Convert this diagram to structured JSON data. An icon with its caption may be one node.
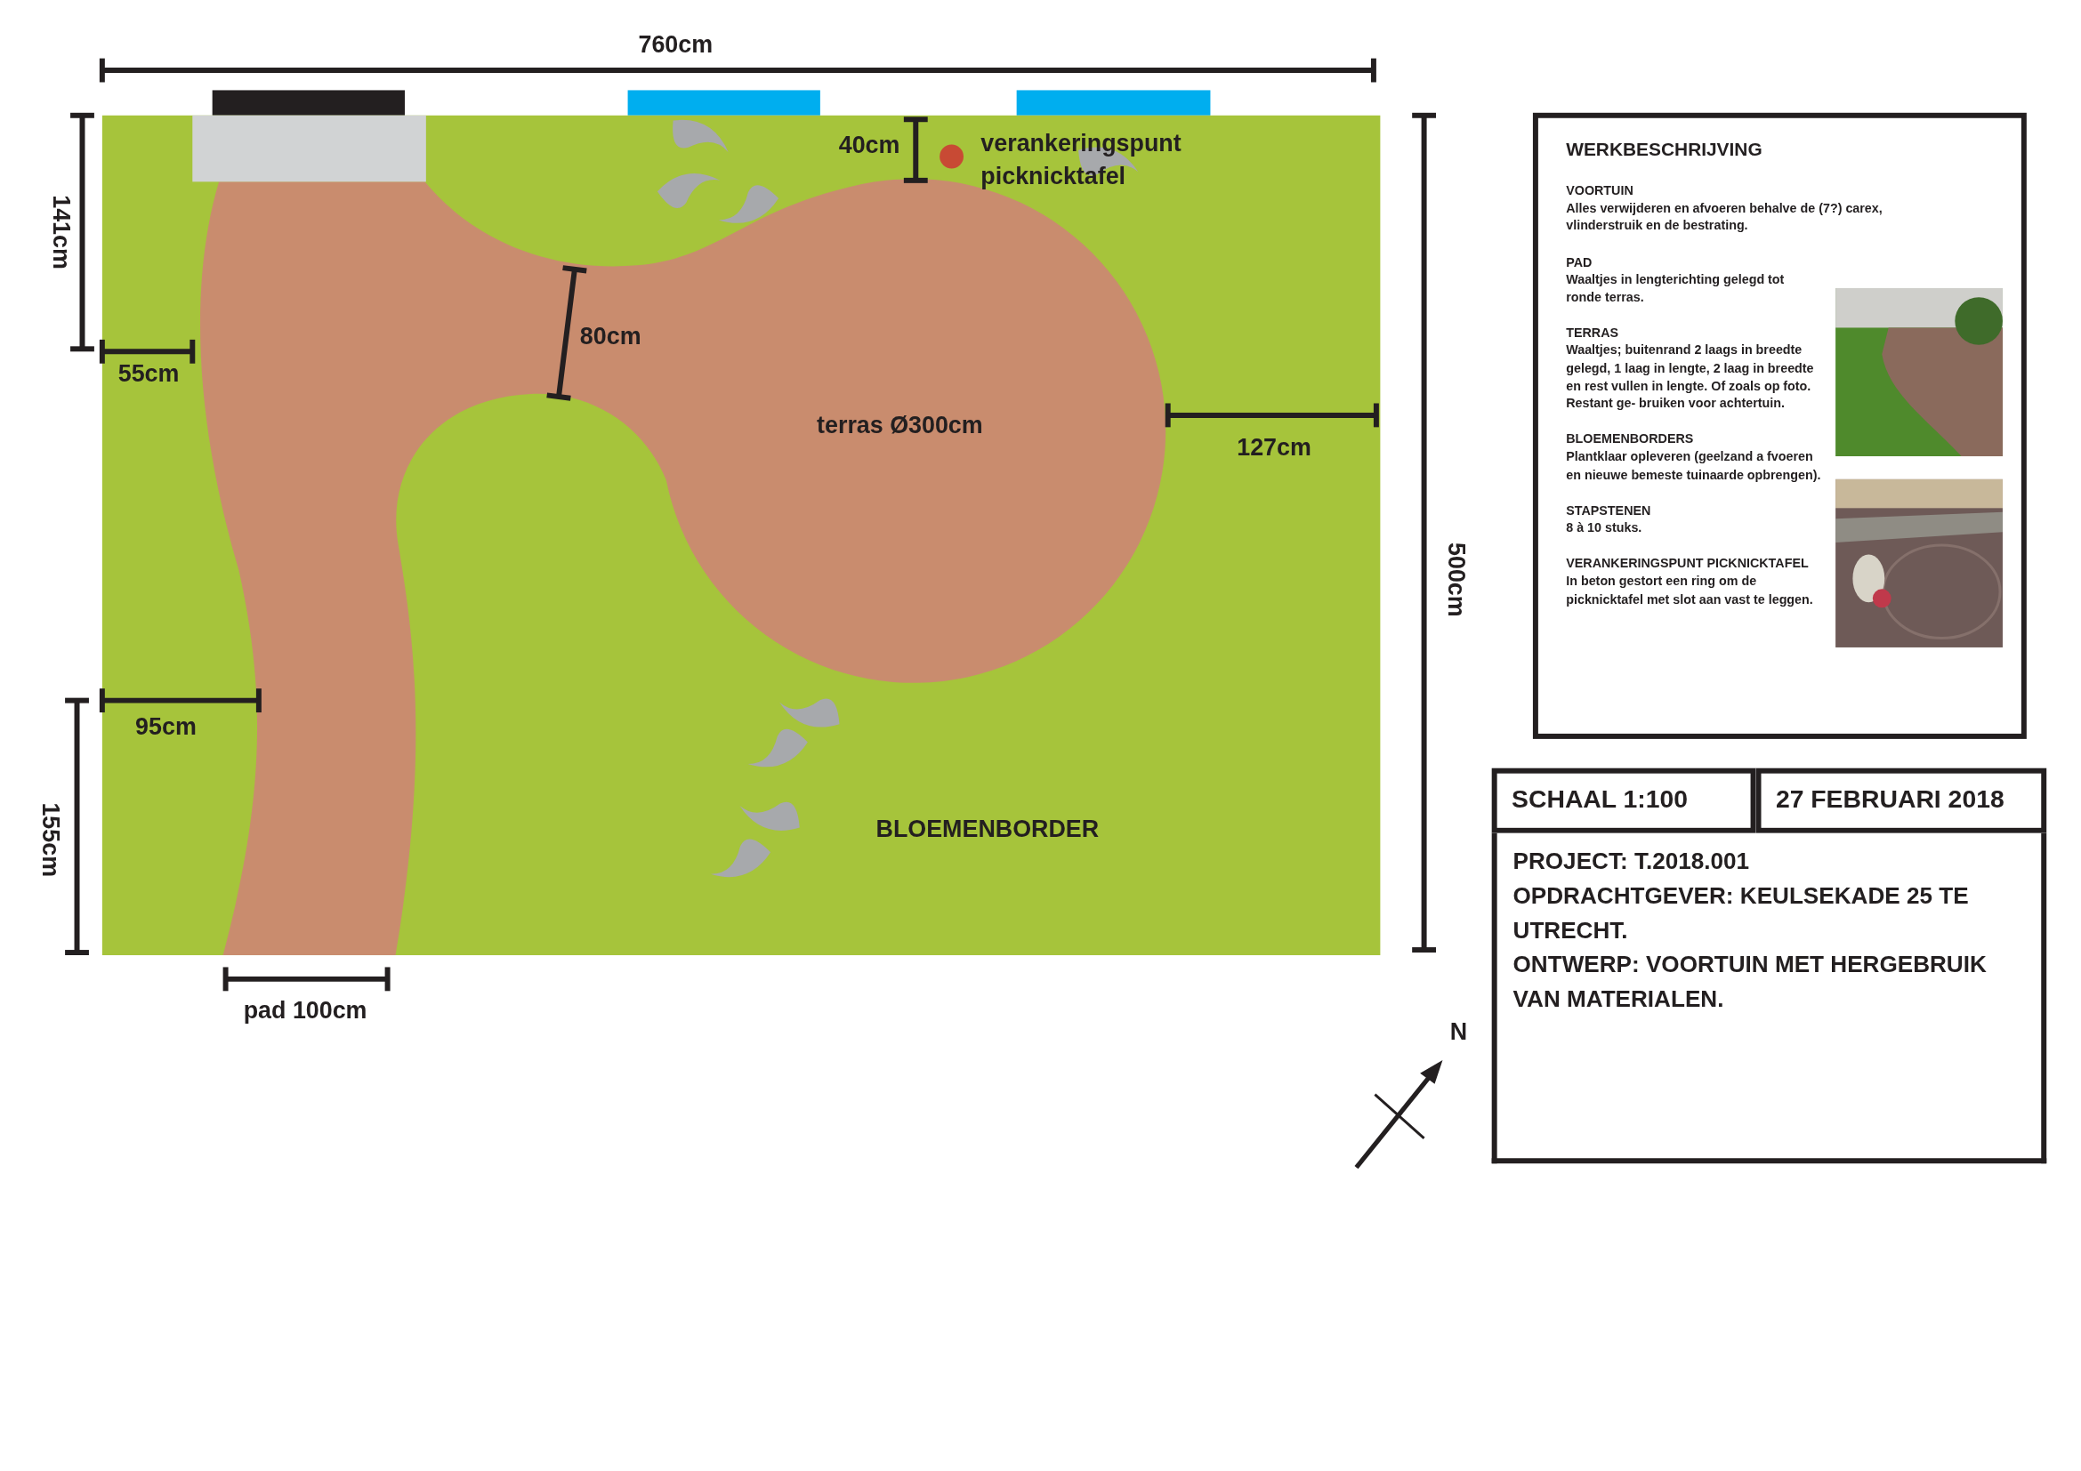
{
  "diagram": {
    "nodes": [
      {
        "text": [],
        "shape": "bar"
      },
      {
        "text": [],
        "shape": "bar"
      },
      {
        "text": [],
        "shape": "bar"
      },
      {
        "text": [
          "BLOEMENBORDER"
        ]
      },
      {
        "text": [],
        "shape": "box",
        "in": 3
      },
      {
        "text": [
          "terras Ø300cm"
        ],
        "in": 3
      },
      {
        "text": [],
        "shape": "circle",
        "in": 3
      },
      {
        "text": [
          "WERKBESCHRIJVING",
          "VOORTUIN",
          "Alles verwijderen en afvoeren behalve de (7?) carex, vlinderstruik en de bestrating.",
          "PAD",
          "Waaltjes in lengterichting gelegd tot ronde terras.",
          "TERRAS",
          "Waaltjes; buitenrand 2 laags in breedte gelegd, 1 laag in lengte, 2 laag in breedte en rest vullen in lengte. Of zoals op foto. Restant ge- bruiken voor achtertuin.",
          "BLOEMENBORDERS",
          "Plantklaar opleveren (geelzand a fvoeren en nieuwe bemeste tuinaarde opbrengen).",
          "STAPSTENEN",
          "8 à 10 stuks.",
          "VERANKERINGSPUNT PICKNICKTAFEL",
          "In beton gestort een ring om de picknicktafel met slot aan vast te leggen."
        ]
      },
      {
        "text": [],
        "shape": "picture",
        "in": 7
      },
      {
        "text": [],
        "shape": "picture",
        "in": 7
      },
      {
        "text": [
          "SCHAAL 1:100"
        ]
      },
      {
        "text": [
          "27 FEBRUARI 2018"
        ]
      },
      {
        "text": [
          "PROJECT: T.2018.001",
          "OPDRACHTGEVER: KEULSEKADE 25 TE UTRECHT.",
          "ONTWERP: VOORTUIN MET HERGEBRUIK VAN MATERIALEN."
        ]
      }
    ],
    "labels": [
      "760cm",
      "40cm",
      "verankeringspunt picknicktafel",
      "141cm",
      "80cm",
      "55cm",
      "127cm",
      "500cm",
      "95cm",
      "155cm",
      "pad 100cm",
      "N"
    ]
  }
}
